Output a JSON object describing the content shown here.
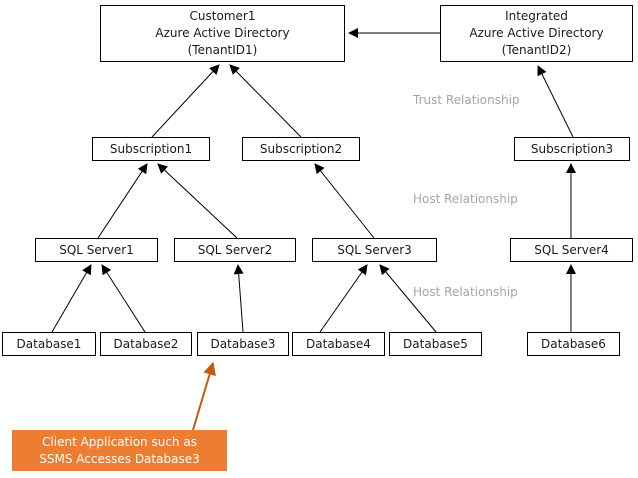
{
  "colors": {
    "line": "#000000",
    "relationship_label": "#a6a6a6",
    "callout_bg": "#ED7D31",
    "callout_arrow": "#C55A11",
    "callout_text": "#ffffff",
    "box_border": "#000000",
    "background": "#ffffff"
  },
  "nodes": {
    "tenant1": {
      "line1": "Customer1",
      "line2": "Azure Active Directory",
      "line3": "(TenantID1)"
    },
    "tenant2": {
      "line1": "Integrated",
      "line2": "Azure Active Directory",
      "line3": "(TenantID2)"
    },
    "subscription1": {
      "label": "Subscription1"
    },
    "subscription2": {
      "label": "Subscription2"
    },
    "subscription3": {
      "label": "Subscription3"
    },
    "sqlserver1": {
      "label": "SQL Server1"
    },
    "sqlserver2": {
      "label": "SQL Server2"
    },
    "sqlserver3": {
      "label": "SQL Server3"
    },
    "sqlserver4": {
      "label": "SQL Server4"
    },
    "database1": {
      "label": "Database1"
    },
    "database2": {
      "label": "Database2"
    },
    "database3": {
      "label": "Database3"
    },
    "database4": {
      "label": "Database4"
    },
    "database5": {
      "label": "Database5"
    },
    "database6": {
      "label": "Database6"
    }
  },
  "relationship_labels": {
    "trust": "Trust Relationship",
    "host1": "Host Relationship",
    "host2": "Host Relationship"
  },
  "callout": {
    "line1": "Client Application such as",
    "line2": "SSMS Accesses Database3"
  }
}
